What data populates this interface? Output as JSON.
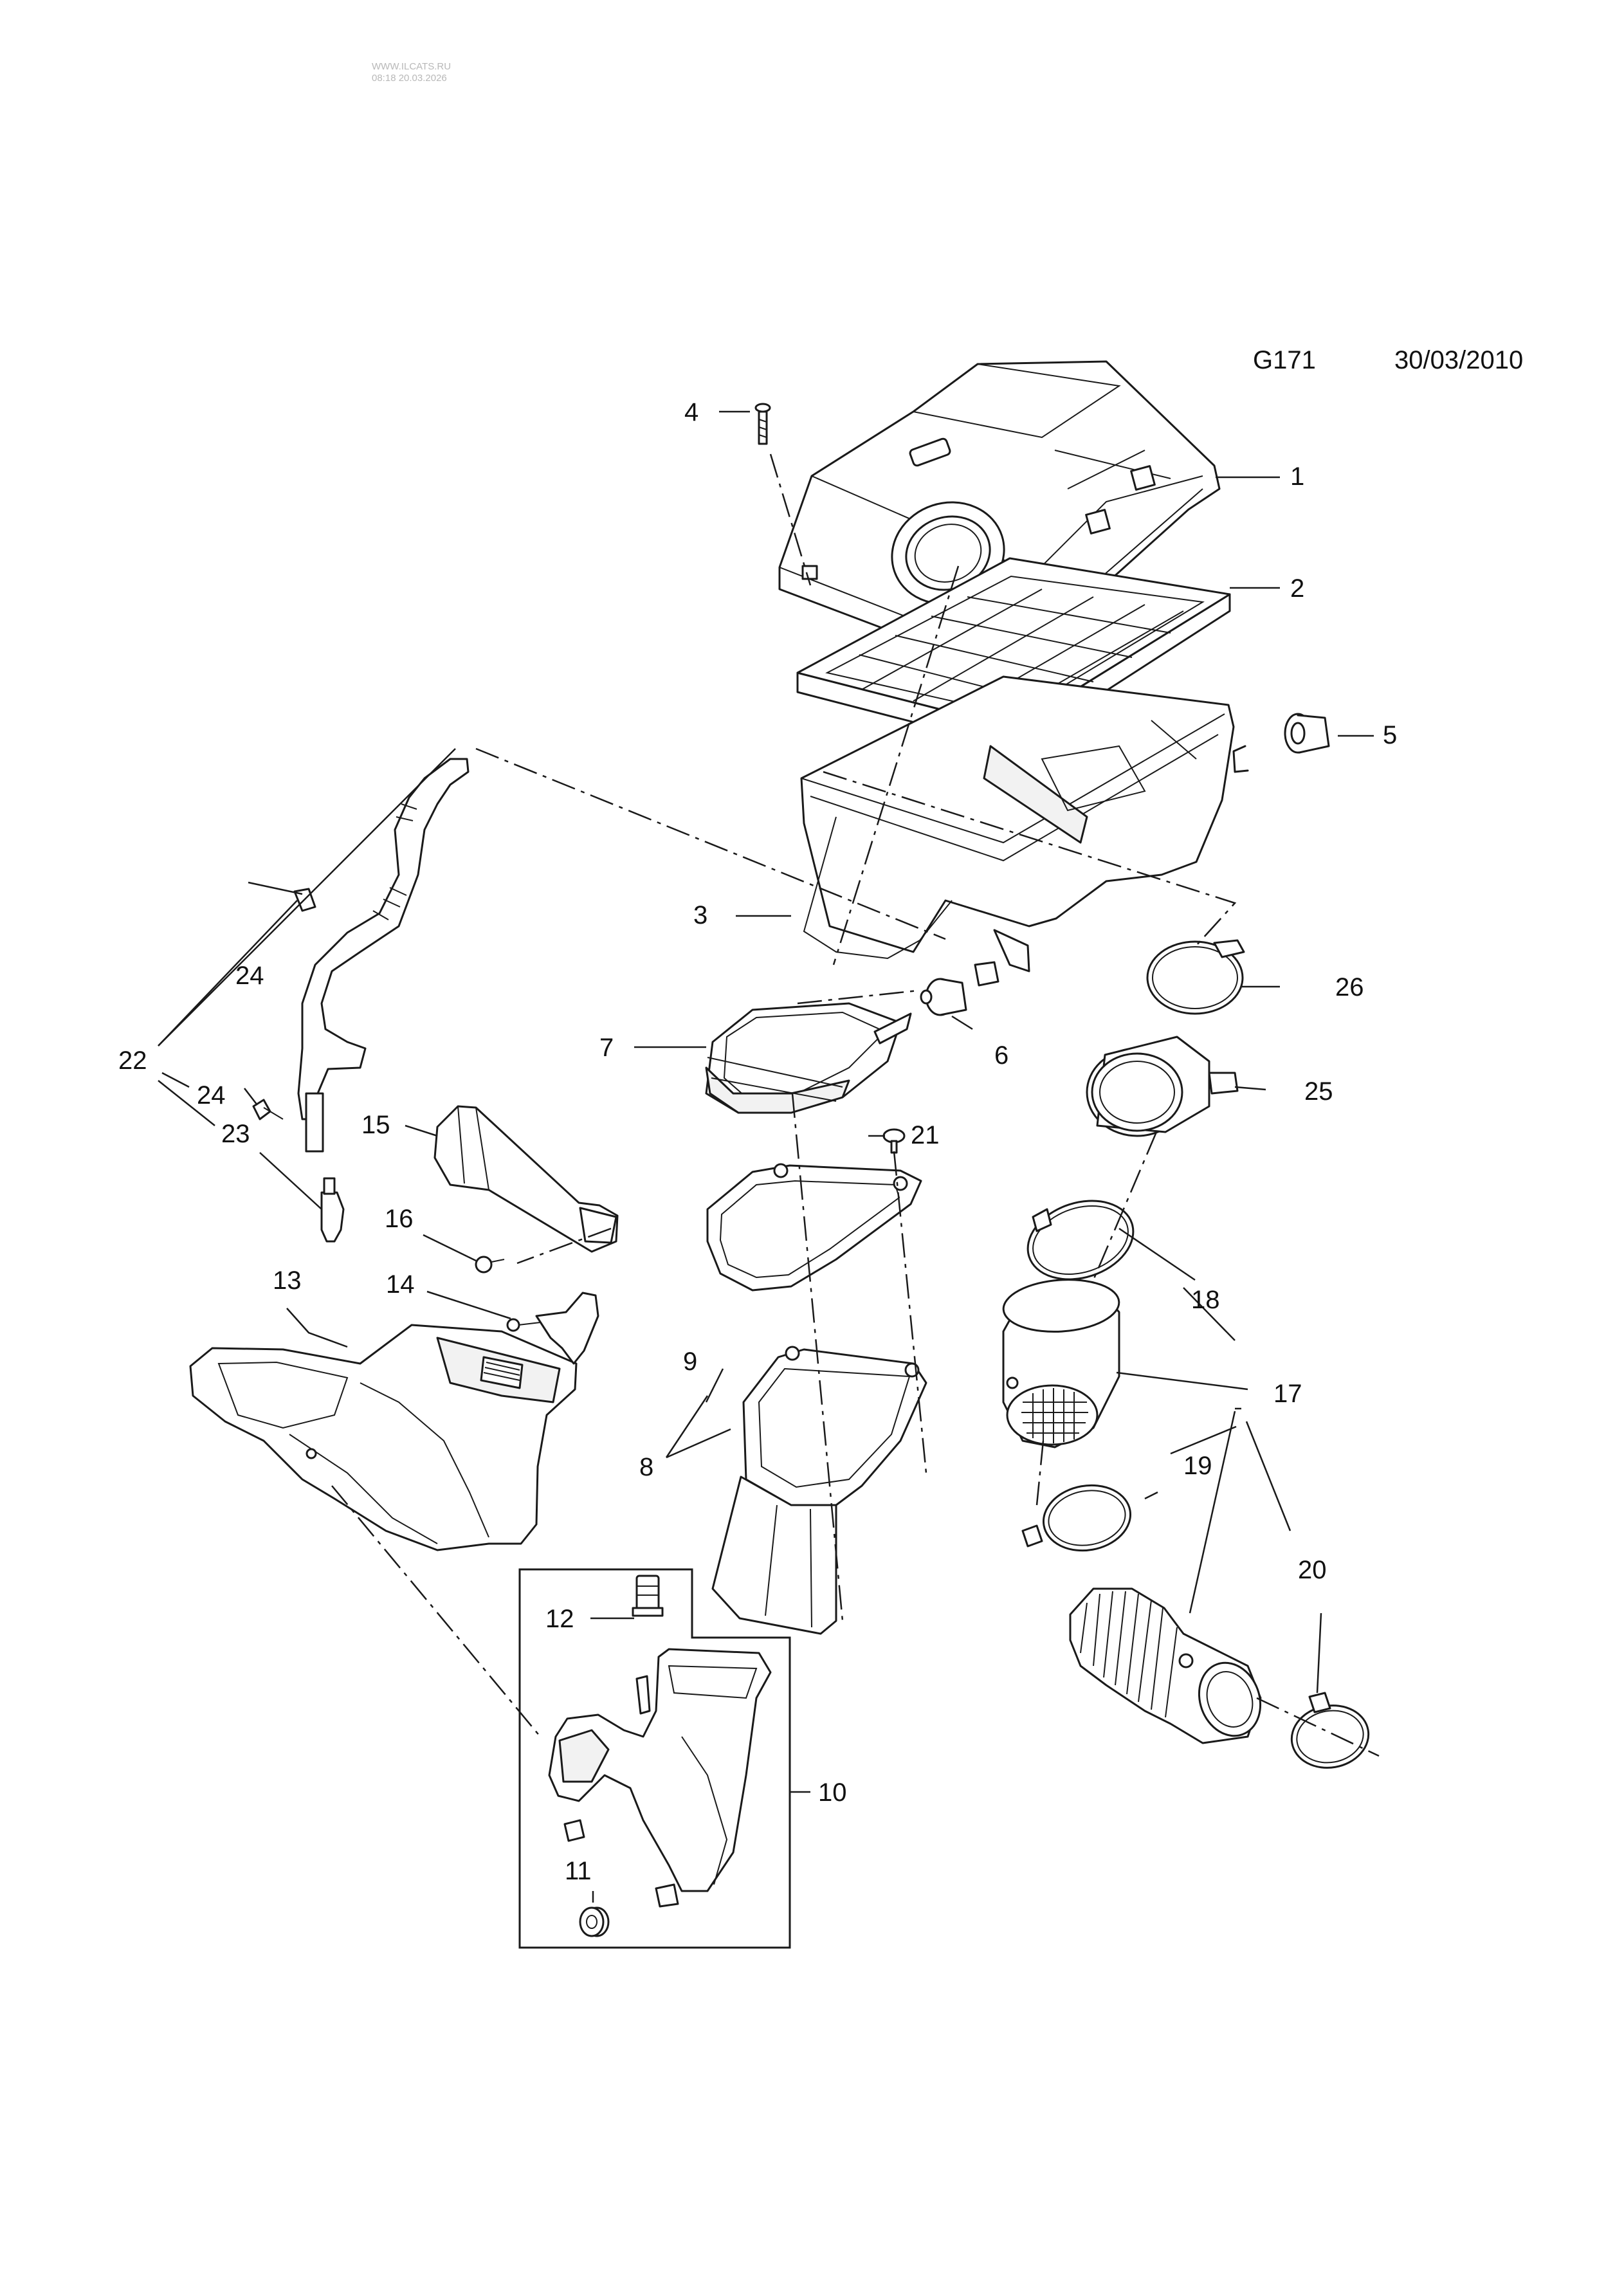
{
  "watermark": {
    "line1": "WWW.ILCATS.RU",
    "line2": "08:18 20.03.2026"
  },
  "header": {
    "code": "G171",
    "date": "30/03/2010"
  },
  "callouts": {
    "c1": "1",
    "c2": "2",
    "c3": "3",
    "c4": "4",
    "c5": "5",
    "c6": "6",
    "c7": "7",
    "c8": "8",
    "c9": "9",
    "c10": "10",
    "c11": "11",
    "c12": "12",
    "c13": "13",
    "c14": "14",
    "c15": "15",
    "c16": "16",
    "c17": "17",
    "c18": "18",
    "c19": "19",
    "c20": "20",
    "c21": "21",
    "c22": "22",
    "c23": "23",
    "c24a": "24",
    "c24b": "24",
    "c25": "25",
    "c26": "26"
  }
}
